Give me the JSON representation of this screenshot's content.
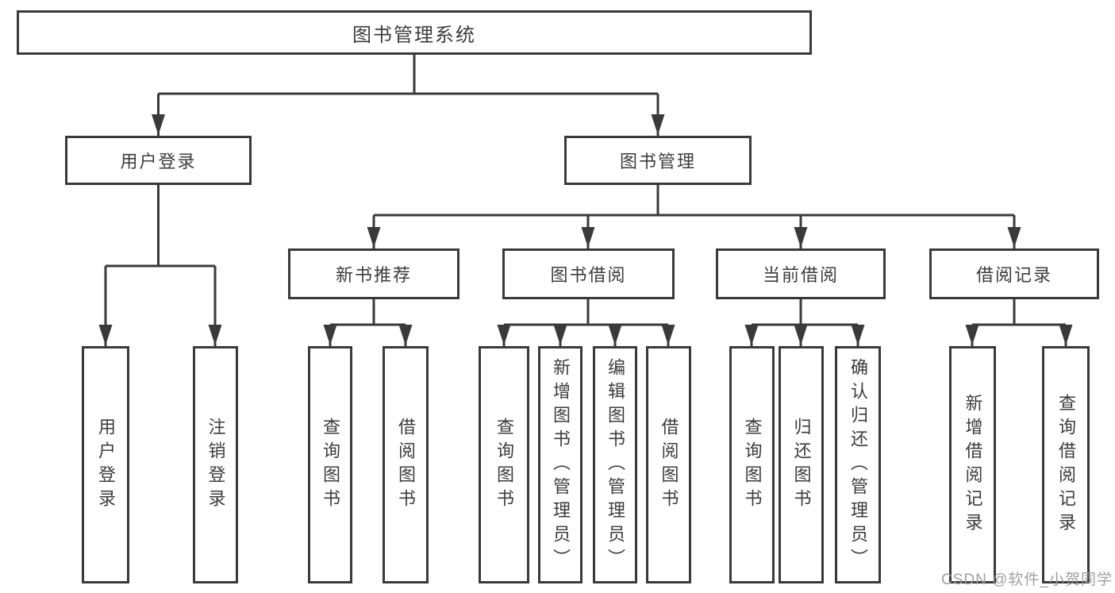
{
  "root": {
    "label": "图书管理系统"
  },
  "level2": [
    {
      "label": "用户登录"
    },
    {
      "label": "图书管理"
    }
  ],
  "level3": [
    {
      "label": "新书推荐"
    },
    {
      "label": "图书借阅"
    },
    {
      "label": "当前借阅"
    },
    {
      "label": "借阅记录"
    }
  ],
  "leaves": [
    {
      "label": "用户登录"
    },
    {
      "label": "注销登录"
    },
    {
      "label": "查询图书"
    },
    {
      "label": "借阅图书"
    },
    {
      "label": "查询图书"
    },
    {
      "label": "新增图书（管理员）"
    },
    {
      "label": "编辑图书（管理员）"
    },
    {
      "label": "借阅图书"
    },
    {
      "label": "查询图书"
    },
    {
      "label": "归还图书"
    },
    {
      "label": "确认归还（管理员）"
    },
    {
      "label": "新增借阅记录"
    },
    {
      "label": "查询借阅记录"
    }
  ],
  "watermark": "CSDN @软件_小贺同学",
  "colors": {
    "line": "#3a3a3a",
    "text": "#3c3c3c",
    "background": "#ffffff",
    "watermark": "#9b9b9b"
  }
}
